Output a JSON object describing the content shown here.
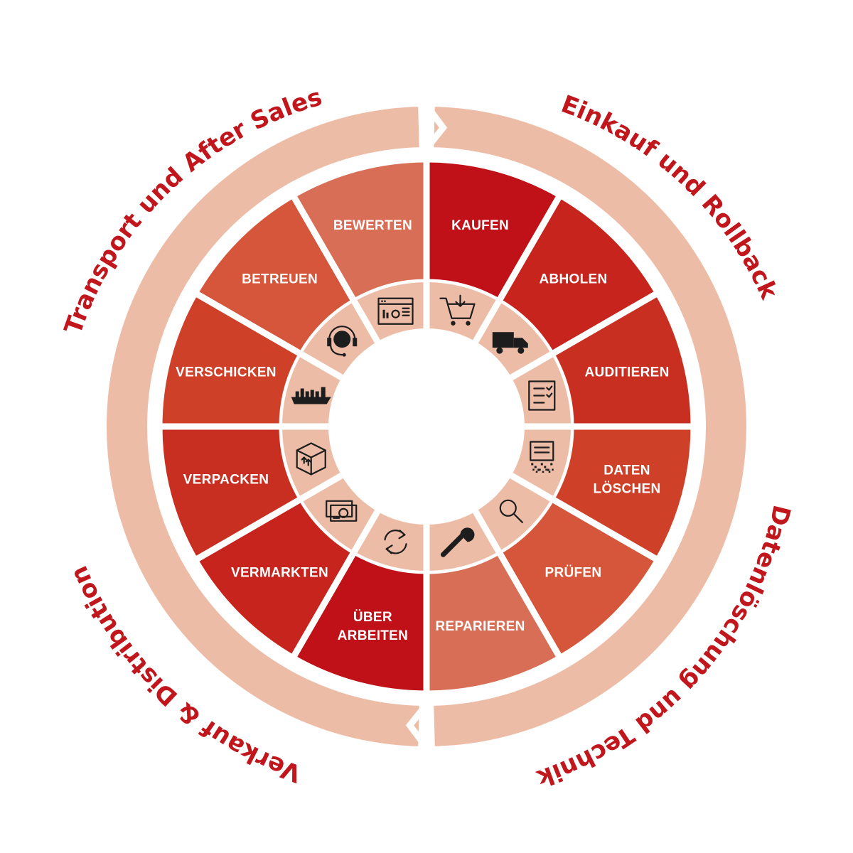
{
  "colors": {
    "background": "#ffffff",
    "outer_ring": "#edbca7",
    "inner_ring": "#edbca7",
    "center": "#ffffff",
    "phase_text": "#c0161c",
    "segment_text": "#ffffff",
    "icon": "#1d1d1d"
  },
  "phases": [
    {
      "label": "Einkauf und Rollback"
    },
    {
      "label": "Datenlöschung und Technik"
    },
    {
      "label": "Verkauf & Distribution"
    },
    {
      "label": "Transport und After Sales"
    }
  ],
  "segments": [
    {
      "lines": [
        "KAUFEN"
      ],
      "color": "#c01118",
      "icon": "cart-icon"
    },
    {
      "lines": [
        "ABHOLEN"
      ],
      "color": "#c6241c",
      "icon": "truck-icon"
    },
    {
      "lines": [
        "AUDITIEREN"
      ],
      "color": "#c92f21",
      "icon": "checklist-icon"
    },
    {
      "lines": [
        "DATEN",
        "LÖSCHEN"
      ],
      "color": "#cf4029",
      "icon": "data-shred-icon"
    },
    {
      "lines": [
        "PRÜFEN"
      ],
      "color": "#d5563a",
      "icon": "magnifier-icon"
    },
    {
      "lines": [
        "REPARIEREN"
      ],
      "color": "#d86e55",
      "icon": "wrench-icon"
    },
    {
      "lines": [
        "ÜBER",
        "ARBEITEN"
      ],
      "color": "#c01118",
      "icon": "refresh-icon"
    },
    {
      "lines": [
        "VERMARKTEN"
      ],
      "color": "#c6241c",
      "icon": "money-icon"
    },
    {
      "lines": [
        "VERPACKEN"
      ],
      "color": "#c92f21",
      "icon": "package-icon"
    },
    {
      "lines": [
        "VERSCHICKEN"
      ],
      "color": "#cf4029",
      "icon": "ship-icon"
    },
    {
      "lines": [
        "BETREUEN"
      ],
      "color": "#d5563a",
      "icon": "headset-icon"
    },
    {
      "lines": [
        "BEWERTEN"
      ],
      "color": "#d86e55",
      "icon": "browser-chart-icon"
    }
  ]
}
